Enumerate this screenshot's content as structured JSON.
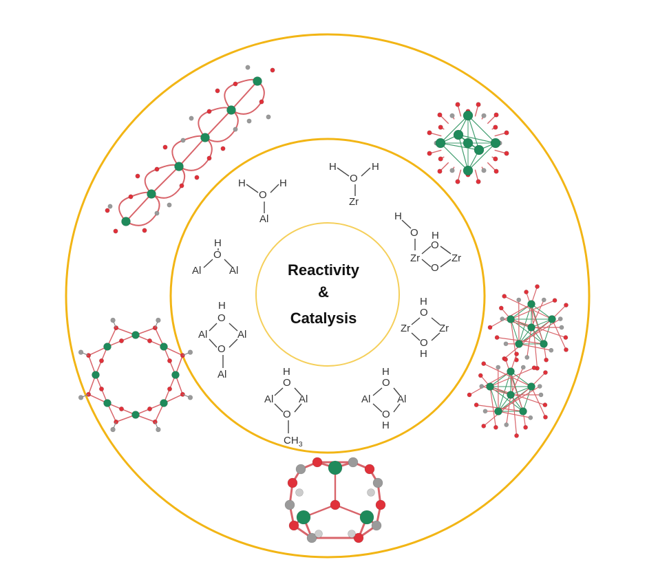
{
  "center": {
    "line1": "Reactivity",
    "line2": "&",
    "line3": "Catalysis"
  },
  "colors": {
    "ring": "#f2b515",
    "inner_ring": "#f5cf5a",
    "metal_green": "#1f8a5b",
    "oxygen_red": "#e0313a",
    "carbon_gray": "#9a9a9a",
    "bond": "#444444"
  },
  "atoms": {
    "H": "H",
    "O": "O",
    "Al": "Al",
    "Zr": "Zr",
    "CH3": "CH",
    "CH3_sub": "3"
  }
}
